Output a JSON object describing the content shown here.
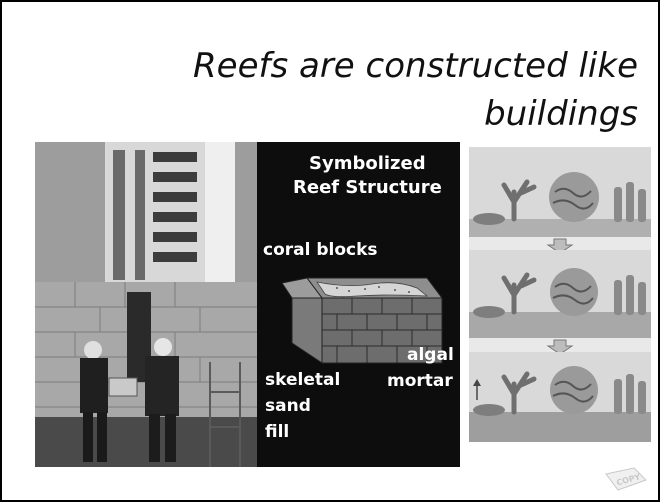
{
  "slide": {
    "title": "Reefs are constructed like buildings"
  },
  "diagram": {
    "heading_line1": "Symbolized",
    "heading_line2": "Reef Structure",
    "label_coral_blocks": "coral blocks",
    "label_skeletal": "skeletal",
    "label_sand": "sand",
    "label_fill": "fill",
    "label_algal": "algal",
    "label_mortar": "mortar"
  },
  "stamp": {
    "text": "COPY"
  }
}
